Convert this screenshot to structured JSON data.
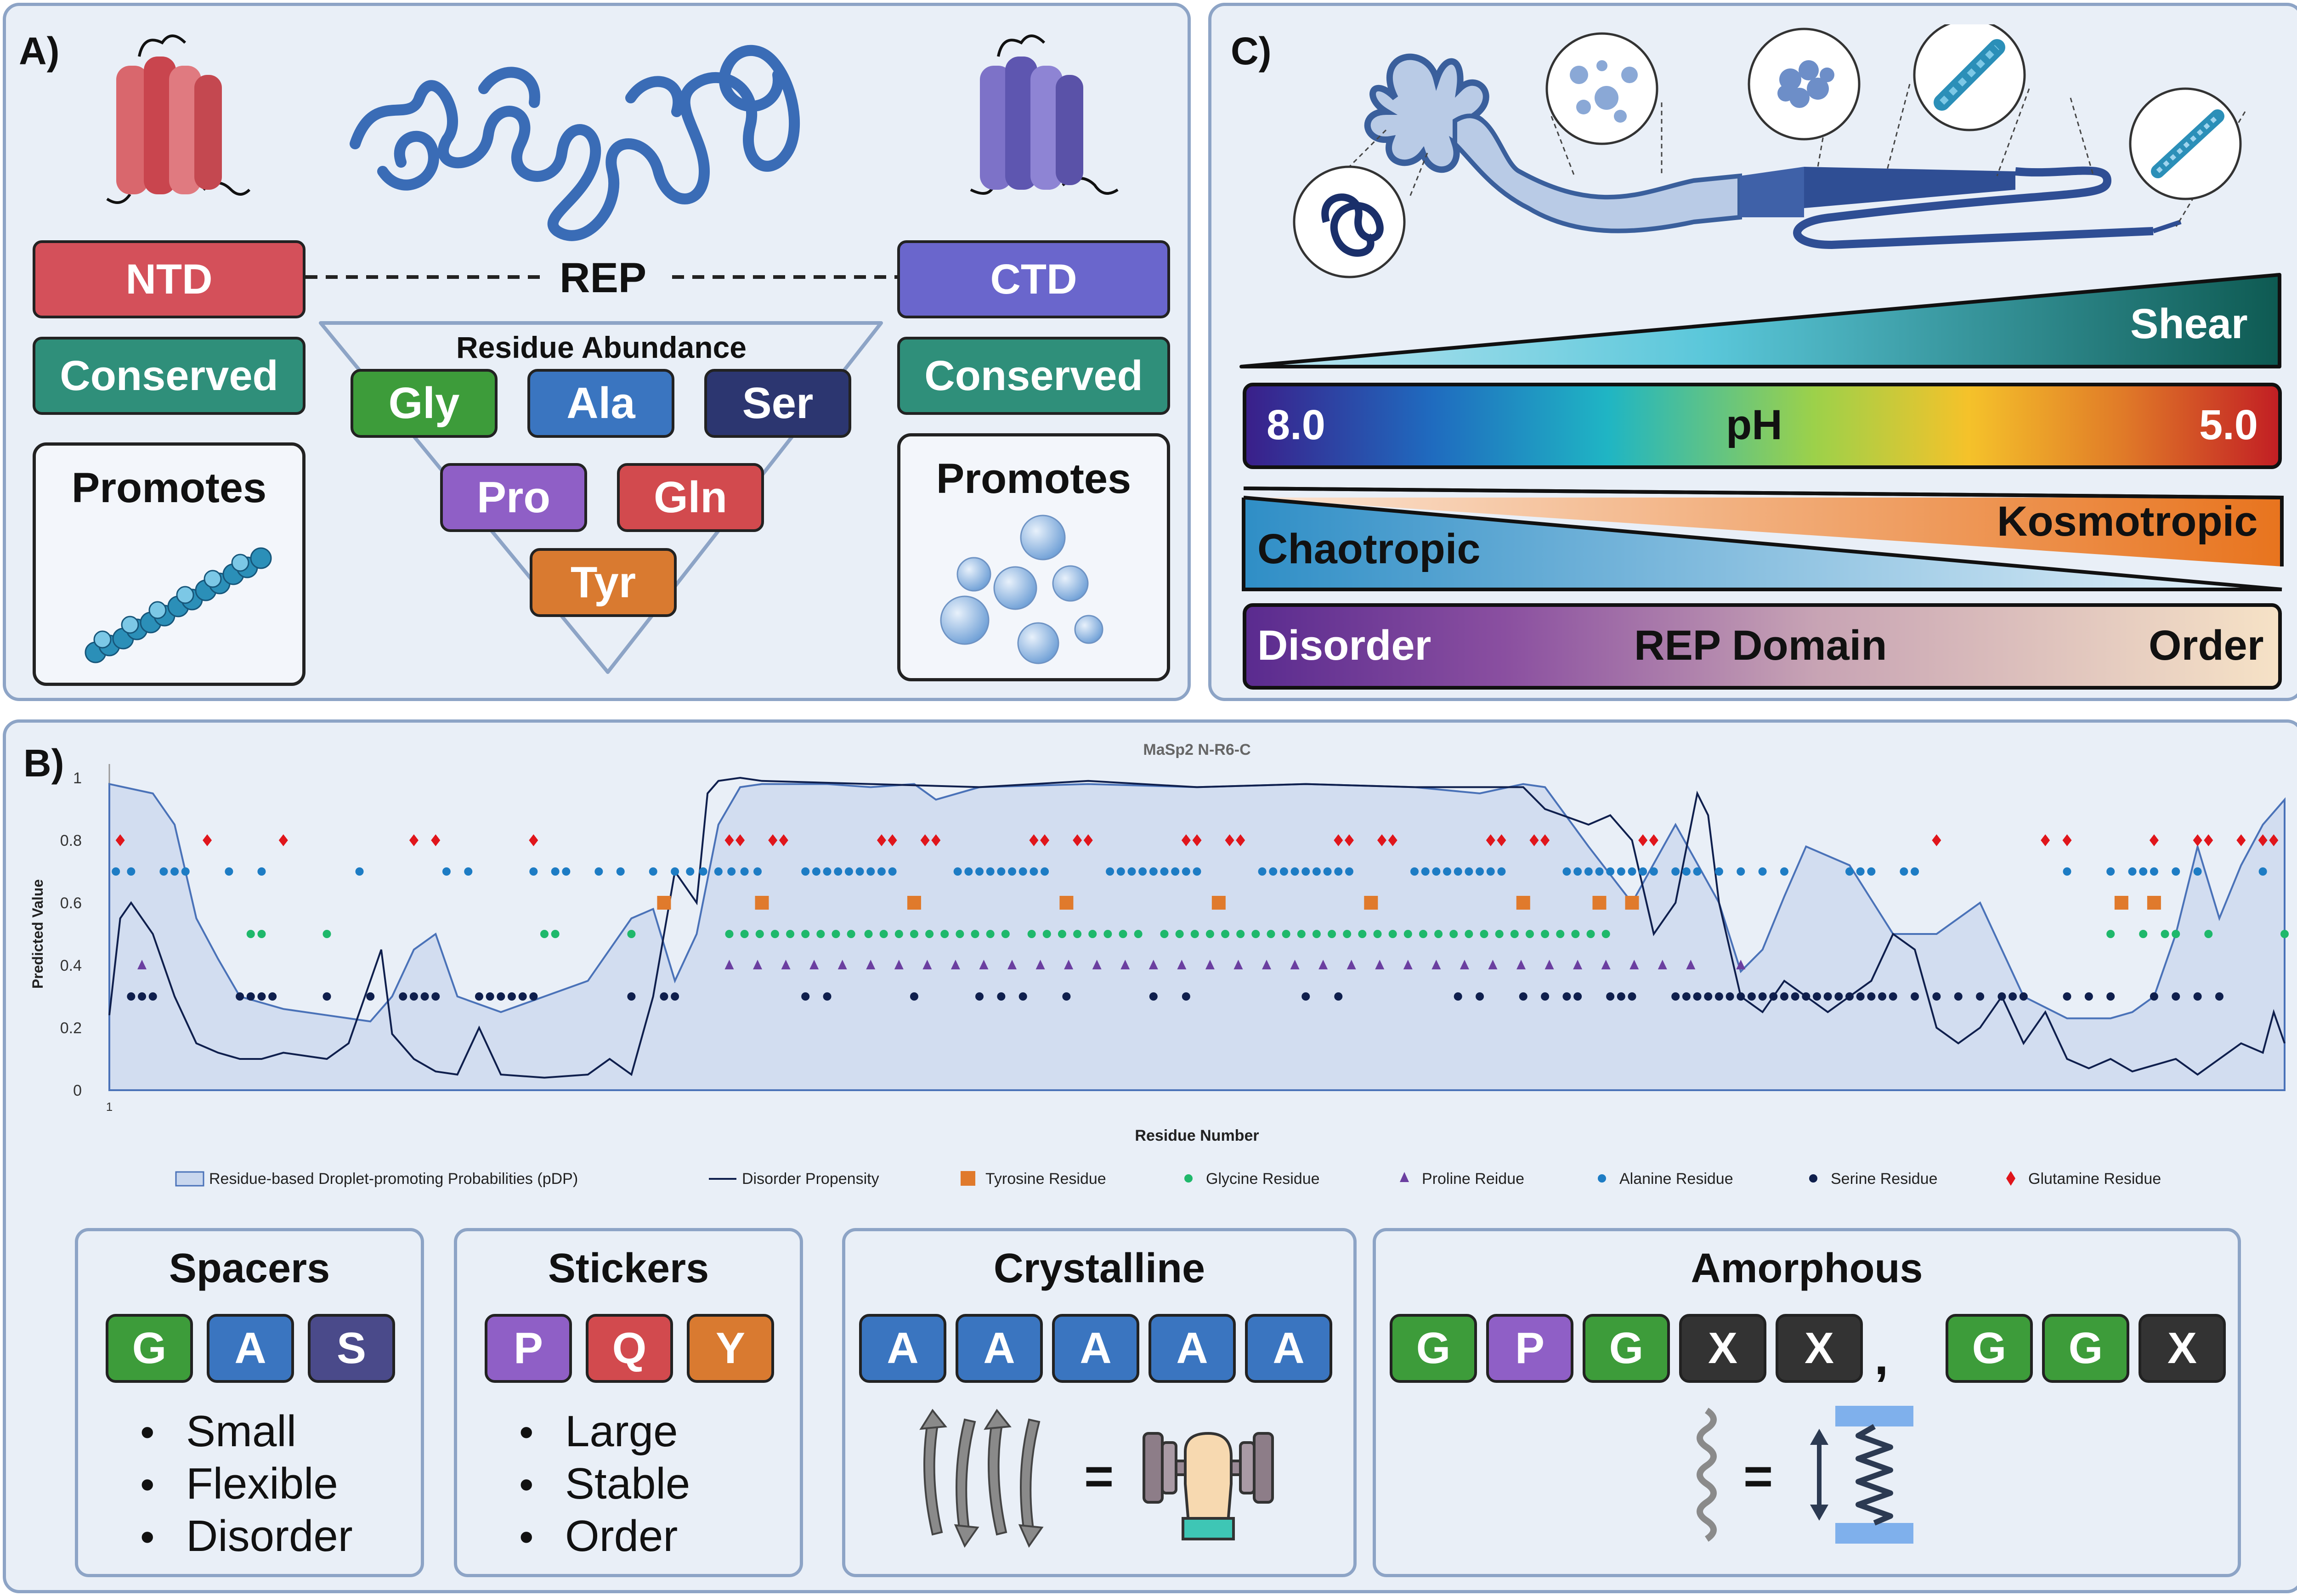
{
  "panel_a": {
    "label": "A)",
    "ntd": "NTD",
    "rep": "REP",
    "ctd": "CTD",
    "conserved_left": "Conserved",
    "conserved_right": "Conserved",
    "promotes_left": "Promotes",
    "promotes_right": "Promotes",
    "residue_abundance_title": "Residue Abundance",
    "residues": [
      "Gly",
      "Ala",
      "Ser",
      "Pro",
      "Gln",
      "Tyr"
    ]
  },
  "panel_c": {
    "label": "C)",
    "shear": "Shear",
    "ph_label": "pH",
    "ph_left": "8.0",
    "ph_right": "5.0",
    "chaotropic": "Chaotropic",
    "kosmotropic": "Kosmotropic",
    "disorder": "Disorder",
    "rep_domain": "REP Domain",
    "order": "Order"
  },
  "panel_b": {
    "label": "B)",
    "chart_data": {
      "type": "line",
      "title": "MaSp2 N-R6-C",
      "xlabel": "Residue Number",
      "ylabel": "Predicted Value",
      "ylim": [
        0,
        1
      ],
      "yticks": [
        "0",
        "0.2",
        "0.4",
        "0.6",
        "0.8",
        "1"
      ],
      "xtick": "1",
      "grid": false,
      "legend": "bottom",
      "series": [
        {
          "name": "Residue-based Droplet-promoting Probabilities (pDP)",
          "style": "area",
          "color": "#c9d7ee",
          "x": [
            0,
            2,
            3,
            4,
            5,
            6,
            8,
            10,
            12,
            13,
            14,
            15,
            16,
            18,
            20,
            22,
            24,
            25,
            26,
            27,
            28,
            29,
            30,
            31,
            33,
            35,
            37,
            38,
            40,
            45,
            50,
            55,
            60,
            63,
            65,
            66,
            68,
            70,
            72,
            74,
            75,
            76,
            77,
            78,
            80,
            82,
            84,
            86,
            88,
            90,
            92,
            93,
            94,
            95,
            96,
            97,
            98,
            99,
            100
          ],
          "y": [
            0.98,
            0.95,
            0.85,
            0.55,
            0.42,
            0.3,
            0.26,
            0.24,
            0.22,
            0.3,
            0.45,
            0.5,
            0.3,
            0.25,
            0.3,
            0.35,
            0.55,
            0.58,
            0.35,
            0.5,
            0.85,
            0.97,
            0.98,
            0.98,
            0.98,
            0.97,
            0.98,
            0.93,
            0.97,
            0.98,
            0.97,
            0.98,
            0.97,
            0.95,
            0.98,
            0.97,
            0.78,
            0.6,
            0.85,
            0.6,
            0.38,
            0.45,
            0.62,
            0.78,
            0.72,
            0.5,
            0.5,
            0.6,
            0.3,
            0.23,
            0.23,
            0.25,
            0.3,
            0.5,
            0.78,
            0.55,
            0.72,
            0.85,
            0.93
          ]
        },
        {
          "name": "Disorder Propensity",
          "style": "line",
          "color": "#0f1f4d",
          "x": [
            0,
            0.5,
            1,
            2,
            3,
            4,
            5,
            6,
            7,
            8,
            10,
            11,
            12,
            12.5,
            13,
            14,
            15,
            16,
            17,
            18,
            20,
            22,
            23,
            24,
            25,
            26,
            27,
            27.5,
            28,
            29,
            30,
            35,
            40,
            45,
            50,
            55,
            60,
            65,
            66,
            68,
            69,
            70,
            71,
            72,
            73,
            73.5,
            74,
            75,
            76,
            77,
            78,
            79,
            80,
            81,
            82,
            83,
            84,
            85,
            86,
            87,
            88,
            89,
            90,
            91,
            92,
            93,
            94,
            95,
            96,
            97,
            98,
            99,
            99.5,
            100
          ],
          "y": [
            0.24,
            0.55,
            0.6,
            0.5,
            0.3,
            0.15,
            0.12,
            0.1,
            0.1,
            0.12,
            0.1,
            0.15,
            0.35,
            0.45,
            0.18,
            0.1,
            0.06,
            0.05,
            0.2,
            0.05,
            0.04,
            0.05,
            0.1,
            0.05,
            0.3,
            0.7,
            0.6,
            0.95,
            0.99,
            1.0,
            0.99,
            0.98,
            0.97,
            0.99,
            0.97,
            0.98,
            0.97,
            0.97,
            0.9,
            0.85,
            0.88,
            0.8,
            0.5,
            0.6,
            0.95,
            0.88,
            0.6,
            0.3,
            0.25,
            0.35,
            0.3,
            0.25,
            0.3,
            0.35,
            0.5,
            0.45,
            0.2,
            0.15,
            0.2,
            0.3,
            0.15,
            0.25,
            0.1,
            0.07,
            0.1,
            0.06,
            0.08,
            0.1,
            0.05,
            0.1,
            0.15,
            0.12,
            0.25,
            0.15
          ]
        },
        {
          "name": "Tyrosine Residue",
          "style": "marker",
          "marker": "square",
          "color": "#e07a2c",
          "y": 0.6,
          "x": [
            25.5,
            30,
            37,
            44,
            51,
            58,
            65,
            68.5,
            70,
            92.5,
            94
          ]
        },
        {
          "name": "Glycine Residue",
          "style": "marker",
          "marker": "circle",
          "color": "#1fb86b",
          "y": 0.5,
          "x": [
            6.5,
            7,
            10,
            20,
            20.5,
            24,
            28.5,
            29.2,
            29.9,
            30.6,
            31.3,
            32,
            32.7,
            33.4,
            34.1,
            34.9,
            35.6,
            36.3,
            37,
            37.7,
            38.4,
            39.1,
            39.8,
            40.5,
            41.2,
            42.4,
            43.1,
            43.8,
            44.5,
            45.2,
            45.9,
            46.6,
            47.3,
            48.5,
            49.2,
            49.9,
            50.6,
            51.3,
            52,
            52.7,
            53.4,
            54.1,
            54.8,
            55.5,
            56.2,
            56.9,
            57.6,
            58.3,
            59,
            59.7,
            60.4,
            61.1,
            61.8,
            62.5,
            63.2,
            63.9,
            64.6,
            65.3,
            66,
            66.7,
            67.4,
            68.1,
            68.8,
            92,
            93.5,
            94.5,
            95,
            96.5,
            100
          ]
        },
        {
          "name": "Proline Reidue",
          "style": "marker",
          "marker": "triangle",
          "color": "#6b3fa0",
          "y": 0.4,
          "x": [
            1.5,
            28.5,
            29.8,
            31.1,
            32.4,
            33.7,
            35,
            36.3,
            37.6,
            38.9,
            40.2,
            41.5,
            42.8,
            44.1,
            45.4,
            46.7,
            48,
            49.3,
            50.6,
            51.9,
            53.2,
            54.5,
            55.8,
            57.1,
            58.4,
            59.7,
            61,
            62.3,
            63.6,
            64.9,
            66.2,
            67.5,
            68.8,
            70.1,
            71.4,
            72.7,
            75
          ]
        },
        {
          "name": "Alanine Residue",
          "style": "marker",
          "marker": "circle",
          "color": "#1d7cc4",
          "y": 0.7,
          "x": [
            0.3,
            1,
            2.5,
            3,
            3.5,
            5.5,
            7,
            11.5,
            15.5,
            16.5,
            19.5,
            20.5,
            21,
            22.5,
            23.5,
            25,
            26,
            26.7,
            27.3,
            28,
            28.6,
            29.2,
            29.8,
            32,
            32.5,
            33,
            33.5,
            34,
            34.5,
            35,
            35.5,
            36,
            39,
            39.5,
            40,
            40.5,
            41,
            41.5,
            42,
            42.5,
            43,
            46,
            46.5,
            47,
            47.5,
            48,
            48.5,
            49,
            49.5,
            50,
            53,
            53.5,
            54,
            54.5,
            55,
            55.5,
            56,
            56.5,
            57,
            60,
            60.5,
            61,
            61.5,
            62,
            62.5,
            63,
            63.5,
            64,
            67,
            67.5,
            68,
            68.5,
            69,
            69.5,
            70,
            70.5,
            71,
            72,
            72.5,
            73,
            74,
            75,
            76,
            77,
            80,
            80.5,
            81,
            82.5,
            83,
            90,
            92,
            93,
            93.5,
            94,
            95,
            96,
            99
          ]
        },
        {
          "name": "Serine Residue",
          "style": "marker",
          "marker": "circle",
          "color": "#0f1f4d",
          "y": 0.3,
          "x": [
            1,
            1.5,
            2,
            6,
            6.5,
            7,
            7.5,
            10,
            12,
            13.5,
            14,
            14.5,
            15,
            17,
            17.5,
            18,
            18.5,
            19,
            19.5,
            24,
            25.5,
            26,
            32,
            33,
            37,
            40,
            41,
            42,
            44,
            48,
            49.5,
            55,
            56.5,
            62,
            63,
            65,
            66,
            67,
            67.5,
            69,
            69.5,
            70,
            72,
            72.5,
            73,
            73.5,
            74,
            74.5,
            75,
            75.5,
            76,
            76.5,
            77,
            77.5,
            78,
            78.5,
            79,
            79.5,
            80,
            80.5,
            81,
            81.5,
            82,
            83,
            84,
            85,
            86,
            87,
            87.5,
            88,
            90,
            91,
            92,
            94,
            95,
            96,
            97
          ]
        },
        {
          "name": "Glutamine Residue",
          "style": "marker",
          "marker": "diamond",
          "color": "#e0151b",
          "y": 0.8,
          "x": [
            0.5,
            4.5,
            8,
            14,
            15,
            19.5,
            28.5,
            29,
            30.5,
            31,
            35.5,
            36,
            37.5,
            38,
            42.5,
            43,
            44.5,
            45,
            49.5,
            50,
            51.5,
            52,
            56.5,
            57,
            58.5,
            59,
            63.5,
            64,
            65.5,
            66,
            70.5,
            71,
            84,
            89,
            90,
            94,
            96,
            96.5,
            98,
            99,
            99.5
          ]
        }
      ]
    }
  },
  "bottom": {
    "spacers": {
      "title": "Spacers",
      "chips": [
        "G",
        "A",
        "S"
      ],
      "bullets": [
        "Small",
        "Flexible",
        "Disorder"
      ]
    },
    "stickers": {
      "title": "Stickers",
      "chips": [
        "P",
        "Q",
        "Y"
      ],
      "bullets": [
        "Large",
        "Stable",
        "Order"
      ]
    },
    "crystalline": {
      "title": "Crystalline",
      "chips": [
        "A",
        "A",
        "A",
        "A",
        "A"
      ],
      "equals": "="
    },
    "amorphous": {
      "title": "Amorphous",
      "chips": [
        "G",
        "P",
        "G",
        "X",
        "X"
      ],
      "comma": ",",
      "chips2": [
        "G",
        "G",
        "X"
      ],
      "equals": "="
    }
  },
  "colors": {
    "gly": "#3d9c3a",
    "ala": "#3a75c0",
    "ser": "#2c3670",
    "pro": "#8f5fc6",
    "gln": "#d24a4e",
    "tyr": "#d97a30",
    "ntd": "#d4505a",
    "ctd": "#6a66cc",
    "conserved": "#2f8f7a",
    "x": "#333333",
    "s_chip": "#4a4a8a"
  },
  "icons": [
    "helix-bundle-icon",
    "random-coil-icon",
    "fiber-icon",
    "droplets-icon",
    "spinning-dope-icon",
    "beta-sheet-icon",
    "dumbbell-arm-icon",
    "spring-icon"
  ]
}
